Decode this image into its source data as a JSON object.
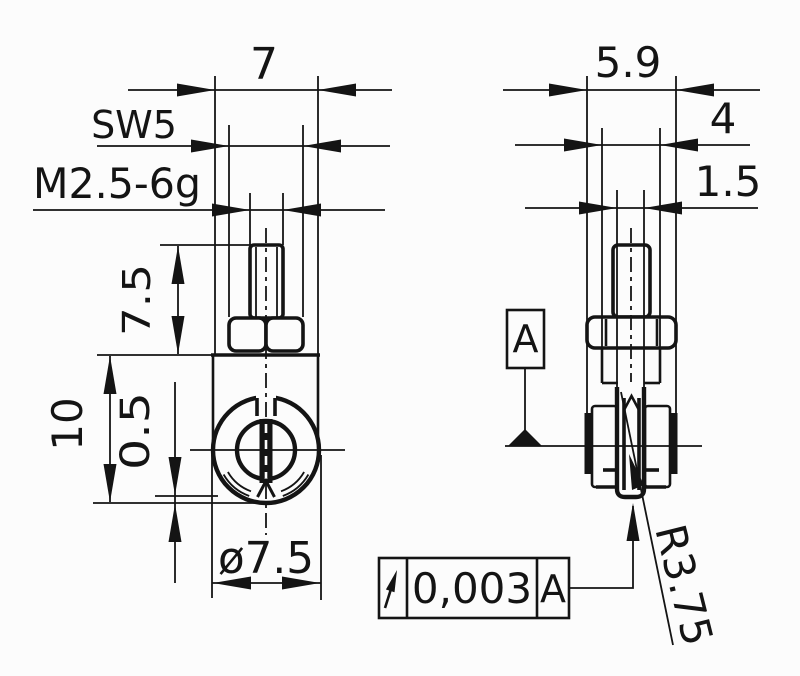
{
  "colors": {
    "ink": "#141414",
    "paper": "#fcfcfc"
  },
  "front_view": {
    "width": "7",
    "wrench_size": "SW5",
    "thread_spec": "M2.5-6g",
    "stud_height": "7.5",
    "overall_height": "10",
    "roller_protrusion": "0.5",
    "roller_diameter": "ø7.5"
  },
  "side_view": {
    "overall_thickness": "5.9",
    "body_thickness": "4",
    "blade_thickness": "1.5",
    "tip_radius": "R3.75",
    "datum_label": "A"
  },
  "tolerance_frame": {
    "symbol_icon": "circular-runout-icon",
    "tolerance_value": "0,003",
    "datum_reference": "A"
  }
}
